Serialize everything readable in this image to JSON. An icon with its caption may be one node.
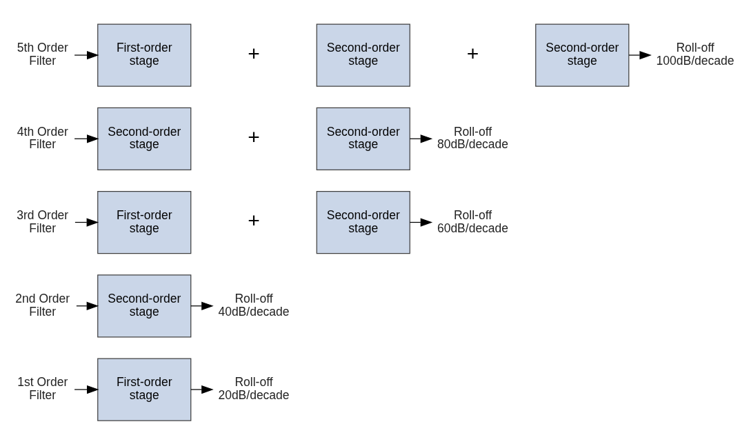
{
  "diagram": {
    "nodes": [
      {
        "text": [
          "1st Order Filter"
        ]
      },
      {
        "text": [
          "First-order stage"
        ]
      },
      {
        "text": [
          "Roll-off 20dB/decade"
        ]
      },
      {
        "text": [
          "2nd Order Filter"
        ]
      },
      {
        "text": [
          "Second-order stage"
        ]
      },
      {
        "text": [
          "Roll-off 40dB/decade"
        ]
      },
      {
        "text": [
          "3rd Order Filter"
        ]
      },
      {
        "text": [
          "First-order stage"
        ]
      },
      {
        "text": [
          "Second-order stage"
        ]
      },
      {
        "text": [
          "Roll-off 60dB/decade"
        ]
      },
      {
        "text": [
          "4th Order Filter"
        ]
      },
      {
        "text": [
          "Second-order stage"
        ]
      },
      {
        "text": [
          "Second-order stage"
        ]
      },
      {
        "text": [
          "Roll-off 80dB/decade"
        ]
      },
      {
        "text": [
          "5th Order Filter"
        ]
      },
      {
        "text": [
          "First-order stage"
        ]
      },
      {
        "text": [
          "Second-order stage"
        ]
      },
      {
        "text": [
          "Second-order stage"
        ]
      },
      {
        "text": [
          "Roll-off 100dB/decade"
        ]
      }
    ],
    "edges": [
      {
        "from": 0,
        "to": 1,
        "arrow": "to"
      },
      {
        "from": 1,
        "to": 2,
        "arrow": "to"
      },
      {
        "from": 3,
        "to": 4,
        "arrow": "to"
      },
      {
        "from": 4,
        "to": 5,
        "arrow": "to"
      },
      {
        "from": 6,
        "to": 7,
        "arrow": "to"
      },
      {
        "from": 8,
        "to": 9,
        "arrow": "to"
      },
      {
        "from": 10,
        "to": 11,
        "arrow": "to"
      },
      {
        "from": 12,
        "to": 13,
        "arrow": "to"
      },
      {
        "from": 14,
        "to": 15,
        "arrow": "to"
      },
      {
        "from": 17,
        "to": 18,
        "arrow": "to"
      }
    ],
    "labels": [
      "+",
      "+",
      "+",
      "+"
    ]
  }
}
